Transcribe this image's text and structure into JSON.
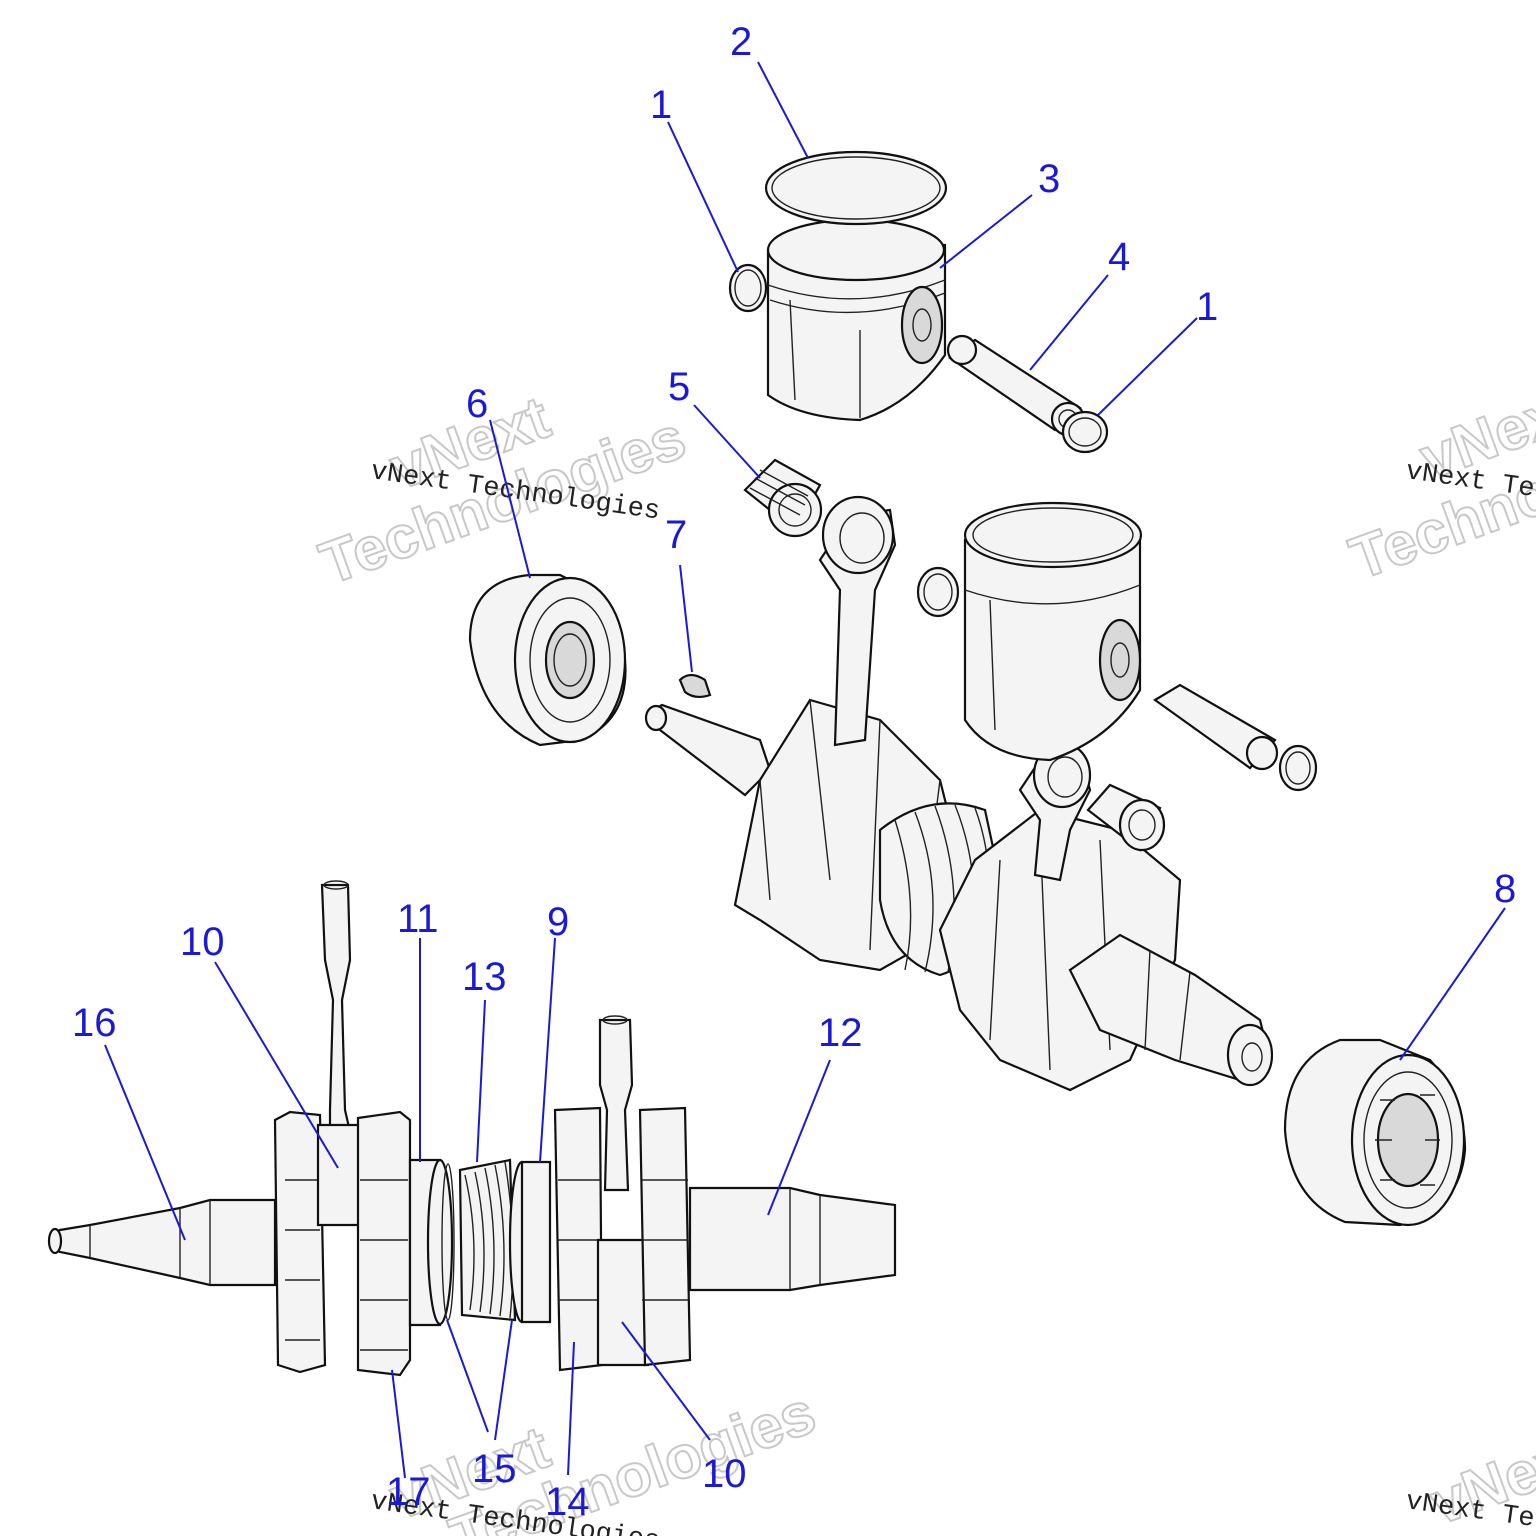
{
  "watermark": {
    "text": "vNext Technologies",
    "big_line1": "vNext",
    "big_line2": "Technologies"
  },
  "callouts": [
    {
      "id": "c1a",
      "label": "1"
    },
    {
      "id": "c2",
      "label": "2"
    },
    {
      "id": "c3",
      "label": "3"
    },
    {
      "id": "c4",
      "label": "4"
    },
    {
      "id": "c1b",
      "label": "1"
    },
    {
      "id": "c5",
      "label": "5"
    },
    {
      "id": "c6",
      "label": "6"
    },
    {
      "id": "c7",
      "label": "7"
    },
    {
      "id": "c8",
      "label": "8"
    },
    {
      "id": "c10a",
      "label": "10"
    },
    {
      "id": "c11",
      "label": "11"
    },
    {
      "id": "c13",
      "label": "13"
    },
    {
      "id": "c9",
      "label": "9"
    },
    {
      "id": "c16",
      "label": "16"
    },
    {
      "id": "c12",
      "label": "12"
    },
    {
      "id": "c15",
      "label": "15"
    },
    {
      "id": "c17",
      "label": "17"
    },
    {
      "id": "c14",
      "label": "14"
    },
    {
      "id": "c10b",
      "label": "10"
    }
  ]
}
